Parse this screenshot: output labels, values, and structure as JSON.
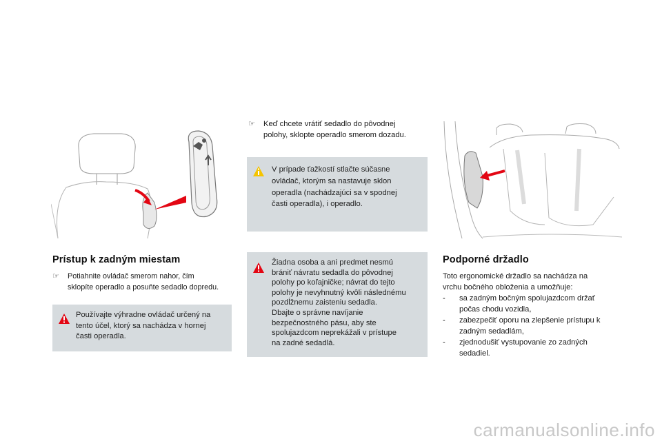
{
  "left": {
    "heading": "Prístup k zadným miestam",
    "bullet_arrow": "☞",
    "bullet_lines": [
      "Potiahnite ovládač smerom nahor, čím",
      "sklopíte operadlo a posuňte sedadlo dopredu."
    ],
    "warning": {
      "icon": "warning-icon",
      "lines": [
        "Používajte výhradne ovládač určený na",
        "tento účel, ktorý sa nachádza v hornej",
        "časti operadla."
      ]
    }
  },
  "middle": {
    "bullet_arrow": "☞",
    "bullet_lines": [
      "Keď chcete vrátiť sedadlo do pôvodnej",
      "polohy, sklopte operadlo smerom dozadu."
    ],
    "info": {
      "icon": "info-icon",
      "lines": [
        "V prípade ťažkostí stlačte súčasne",
        "ovládač, ktorým sa nastavuje sklon",
        "operadla (nachádzajúci sa v spodnej",
        "časti operadla), i operadlo."
      ]
    },
    "warning": {
      "icon": "warning-icon",
      "lines": [
        "Žiadna osoba a ani predmet nesmú",
        "brániť návratu sedadla do pôvodnej",
        "polohy po koľajničke; návrat do tejto",
        "polohy je nevyhnutný kvôli následnému",
        "pozdĺžnemu zaisteniu sedadla.",
        "Dbajte o správne navíjanie",
        "bezpečnostného pásu, aby ste",
        "spolujazdcom neprekážali v prístupe",
        "na zadné sedadlá."
      ]
    }
  },
  "right": {
    "heading": "Podporné držadlo",
    "intro_lines": [
      "Toto ergonomické držadlo sa nachádza na",
      "vrchu bočného obloženia a umožňuje:"
    ],
    "dash": "-",
    "items": [
      [
        "sa zadným bočným spolujazdcom držať",
        "počas chodu vozidla,"
      ],
      [
        "zabezpečiť oporu na zlepšenie prístupu k",
        "zadným sedadlám,"
      ],
      [
        "zjednodušiť vystupovanie zo zadných",
        "sedadiel."
      ]
    ]
  },
  "watermark": "carmanualsonline.info",
  "colors": {
    "accent_red": "#e30613",
    "info_yellow": "#f5c400",
    "box_grey": "#d6dbde"
  }
}
